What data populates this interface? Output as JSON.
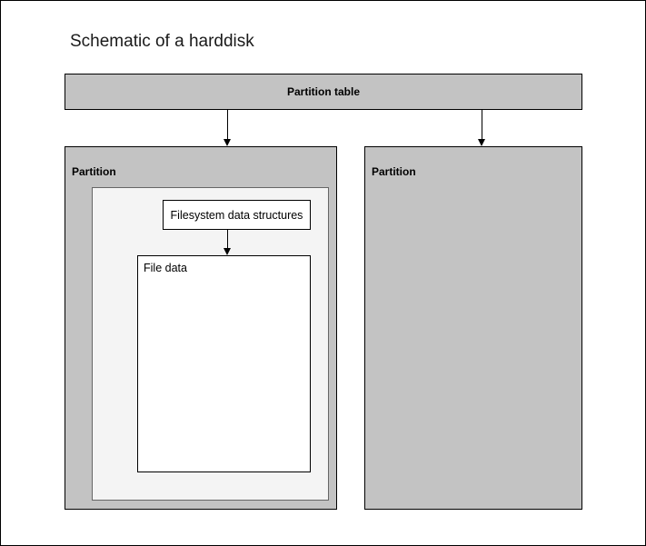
{
  "diagram": {
    "title": "Schematic of a harddisk",
    "partition_table": {
      "label": "Partition table"
    },
    "partitions": [
      {
        "label": "Partition",
        "filesystem_structures": {
          "label": "Filesystem data structures"
        },
        "file_data": {
          "label": "File data"
        }
      },
      {
        "label": "Partition"
      }
    ],
    "colors": {
      "partition_fill": "#c3c3c3",
      "filesystem_container_fill": "#f4f4f4",
      "box_fill": "#ffffff",
      "stroke": "#000000",
      "page_background": "#ffffff",
      "title_text": "#1a1a1a"
    },
    "arrows": [
      {
        "name": "partition-table-to-partition-1",
        "direction": "down"
      },
      {
        "name": "partition-table-to-partition-2",
        "direction": "down"
      },
      {
        "name": "filesystem-structures-to-file-data",
        "direction": "down"
      }
    ]
  }
}
